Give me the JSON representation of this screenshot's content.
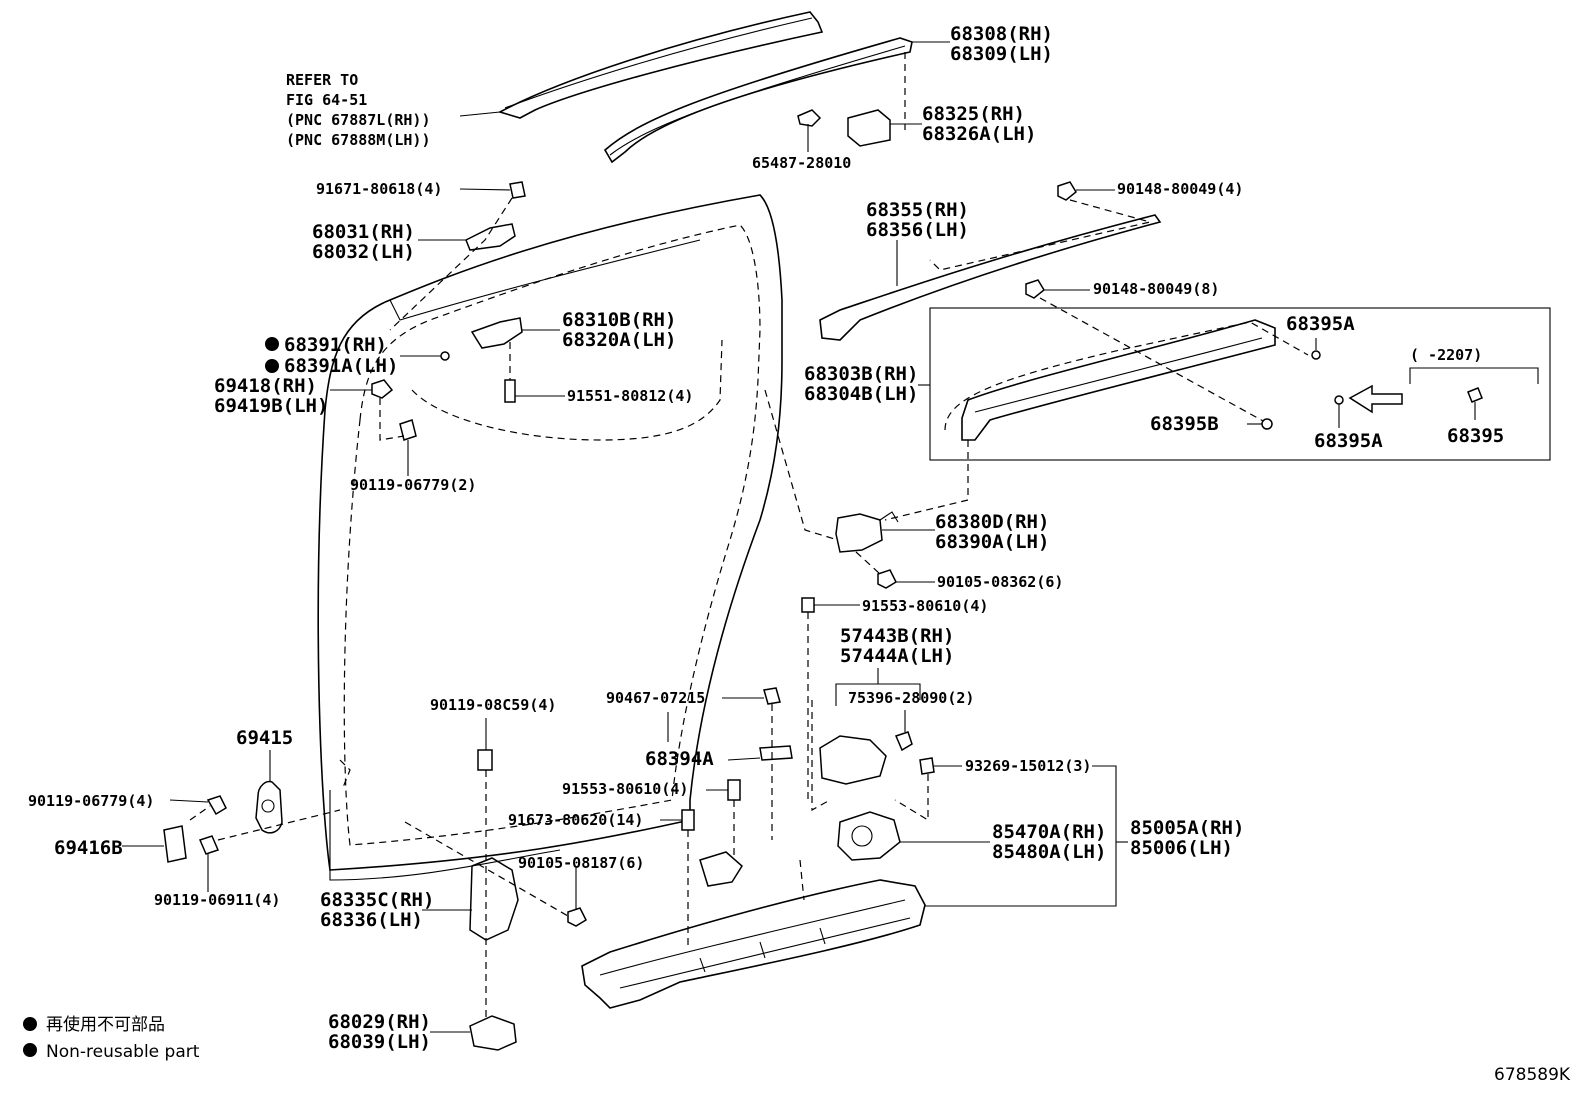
{
  "labels": {
    "refer_1": "REFER TO",
    "refer_2": "FIG 64-51",
    "refer_3": "(PNC 67887L(RH))",
    "refer_4": "(PNC 67888M(LH))",
    "p68308": "68308(RH)",
    "p68309": "68309(LH)",
    "p68325": "68325(RH)",
    "p68326": "68326A(LH)",
    "p65487": "65487-28010",
    "p91671": "91671-80618(4)",
    "p68031": "68031(RH)",
    "p68032": "68032(LH)",
    "p90148a": "90148-80049(4)",
    "p68355": "68355(RH)",
    "p68356": "68356(LH)",
    "p90148b": "90148-80049(8)",
    "p68391": "68391(RH)",
    "p68391a": "68391A(LH)",
    "p68310": "68310B(RH)",
    "p68320": "68320A(LH)",
    "p69418": "69418(RH)",
    "p69419": "69419B(LH)",
    "p91551": "91551-80812(4)",
    "p68303": "68303B(RH)",
    "p68304": "68304B(LH)",
    "p68395a_top": "68395A",
    "p68395b": "68395B",
    "p68395a_bot": "68395A",
    "p68395": "68395",
    "range_label": "(      -2207)",
    "p90119a": "90119-06779(2)",
    "p68380": "68380D(RH)",
    "p68390": "68390A(LH)",
    "p90105a": "90105-08362(6)",
    "p91553a": "91553-80610(4)",
    "p57443": "57443B(RH)",
    "p57444": "57444A(LH)",
    "p75396": "75396-28090(2)",
    "p90119b": "90119-08C59(4)",
    "p90467": "90467-07215",
    "p69415": "69415",
    "p68394": "68394A",
    "p93269": "93269-15012(3)",
    "p90119c": "90119-06779(4)",
    "p91553b": "91553-80610(4)",
    "p91673": "91673-80620(14)",
    "p85470": "85470A(RH)",
    "p85480": "85480A(LH)",
    "p85005": "85005A(RH)",
    "p85006": "85006(LH)",
    "p69416": "69416B",
    "p90105b": "90105-08187(6)",
    "p90119d": "90119-06911(4)",
    "p68335": "68335C(RH)",
    "p68336": "68336(LH)",
    "p68029": "68029(RH)",
    "p68039": "68039(LH)"
  },
  "legend": {
    "item1": "再使用不可部品",
    "item2": "Non-reusable part"
  },
  "figure_code": "678589K"
}
